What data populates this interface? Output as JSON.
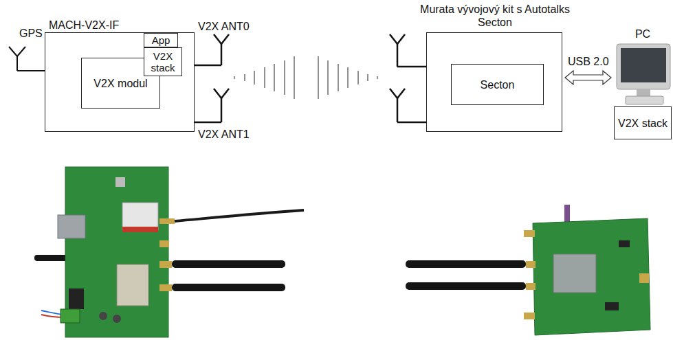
{
  "diagram": {
    "nodes": [
      {
        "text": [
          "MACH-V2X-IF"
        ]
      },
      {
        "text": [
          "App"
        ],
        "in": 0
      },
      {
        "text": [
          "V2X stack"
        ],
        "in": 0
      },
      {
        "text": [
          "V2X modul"
        ],
        "in": 0
      },
      {
        "text": [
          "Murata vývojový kit s Autotalks Secton"
        ]
      },
      {
        "text": [
          "Secton"
        ],
        "in": 4
      },
      {
        "text": [
          "PC"
        ]
      },
      {
        "text": [
          "V2X stack"
        ]
      }
    ],
    "edges": [
      {
        "from": 4,
        "to": 6,
        "arrow": "both",
        "label": "USB 2.0"
      }
    ],
    "labels": [
      "GPS",
      "V2X ANT0",
      "V2X ANT1"
    ]
  }
}
